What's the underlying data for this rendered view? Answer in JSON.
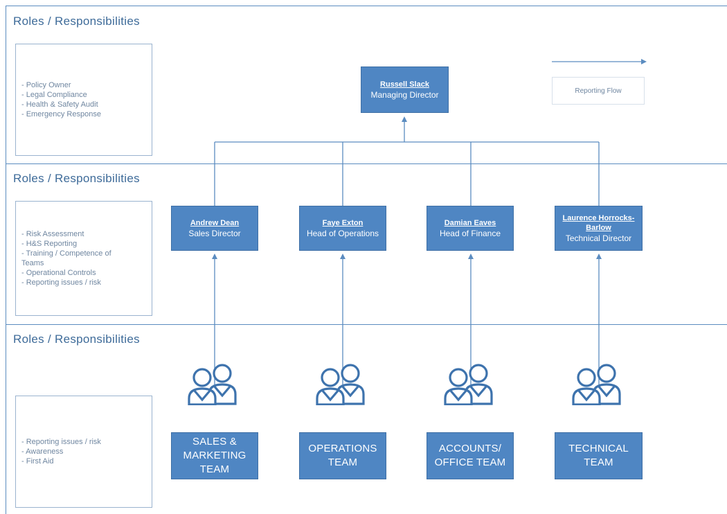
{
  "bands": [
    {
      "title": "Roles / Responsibilities",
      "responsibilities": [
        "- Policy Owner",
        "- Legal Compliance",
        "- Health & Safety Audit",
        "- Emergency Response"
      ]
    },
    {
      "title": "Roles / Responsibilities",
      "responsibilities": [
        "- Risk Assessment",
        "- H&S Reporting",
        "- Training / Competence of Teams",
        "- Operational Controls",
        "- Reporting issues / risk"
      ]
    },
    {
      "title": "Roles / Responsibilities",
      "responsibilities": [
        "- Reporting issues / risk",
        "- Awareness",
        "- First Aid"
      ]
    }
  ],
  "top": {
    "name": "Russell Slack",
    "role": "Managing Director"
  },
  "managers": [
    {
      "name": "Andrew Dean",
      "role": "Sales Director"
    },
    {
      "name": "Faye Exton",
      "role": "Head of Operations"
    },
    {
      "name": "Damian Eaves",
      "role": "Head of Finance"
    },
    {
      "name": "Laurence Horrocks-Barlow",
      "role": "Technical Director"
    }
  ],
  "teams": [
    {
      "label": "SALES & MARKETING TEAM",
      "icon": "people-icon"
    },
    {
      "label": "OPERATIONS TEAM",
      "icon": "people-icon"
    },
    {
      "label": "ACCOUNTS/ OFFICE TEAM",
      "icon": "people-icon"
    },
    {
      "label": "TECHNICAL TEAM",
      "icon": "people-icon"
    }
  ],
  "legend": {
    "label": "Reporting Flow"
  },
  "colors": {
    "node_fill": "#4f86c3",
    "line": "#5b8cc0",
    "title_text": "#3e6b99"
  }
}
